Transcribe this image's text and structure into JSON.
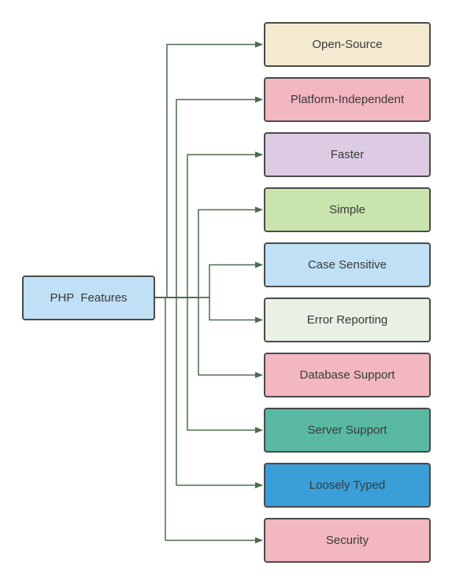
{
  "diagram": {
    "root": {
      "label": "PHP  Features",
      "color": "#bfe0f5"
    },
    "line_color": "#4d6b4d",
    "features": [
      {
        "label": "Open-Source",
        "color": "#f3ead0"
      },
      {
        "label": "Platform-Independent",
        "color": "#f2b7c0"
      },
      {
        "label": "Faster",
        "color": "#dccbe3"
      },
      {
        "label": "Simple",
        "color": "#c9e5ad"
      },
      {
        "label": "Case Sensitive",
        "color": "#bfe0f5"
      },
      {
        "label": "Error Reporting",
        "color": "#e9f0e4"
      },
      {
        "label": "Database Support",
        "color": "#f2b7c0"
      },
      {
        "label": "Server Support",
        "color": "#5ab9a2"
      },
      {
        "label": "Loosely Typed",
        "color": "#3a9ed9"
      },
      {
        "label": "Security",
        "color": "#f2b7c0"
      }
    ]
  }
}
